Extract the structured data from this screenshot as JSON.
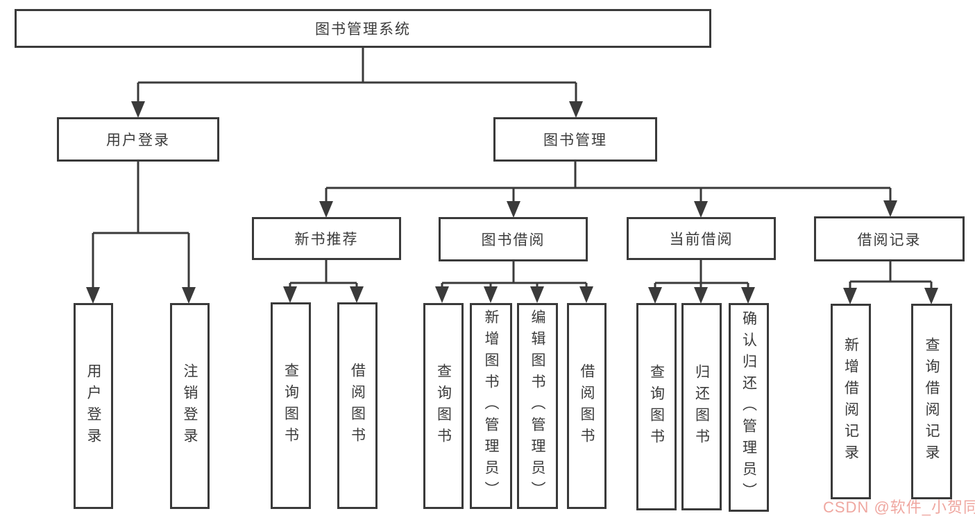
{
  "tree": {
    "label": "图书管理系统",
    "children": [
      {
        "label": "用户登录",
        "children": [
          {
            "label": "用户登录"
          },
          {
            "label": "注销登录"
          }
        ]
      },
      {
        "label": "图书管理",
        "children": [
          {
            "label": "新书推荐",
            "children": [
              {
                "label": "查询图书"
              },
              {
                "label": "借阅图书"
              }
            ]
          },
          {
            "label": "图书借阅",
            "children": [
              {
                "label": "查询图书"
              },
              {
                "label": "新增图书（管理员）"
              },
              {
                "label": "编辑图书（管理员）"
              },
              {
                "label": "借阅图书"
              }
            ]
          },
          {
            "label": "当前借阅",
            "children": [
              {
                "label": "查询图书"
              },
              {
                "label": "归还图书"
              },
              {
                "label": "确认归还（管理员）"
              }
            ]
          },
          {
            "label": "借阅记录",
            "children": [
              {
                "label": "新增借阅记录"
              },
              {
                "label": "查询借阅记录"
              }
            ]
          }
        ]
      }
    ]
  },
  "watermark": {
    "text": "CSDN @软件_小贺同学",
    "color": "#EE9E96"
  },
  "colors": {
    "line": "#3A3A3A",
    "box_border": "#3A3A3A",
    "text": "#3B3B3B",
    "background": "#FFFFFF"
  }
}
